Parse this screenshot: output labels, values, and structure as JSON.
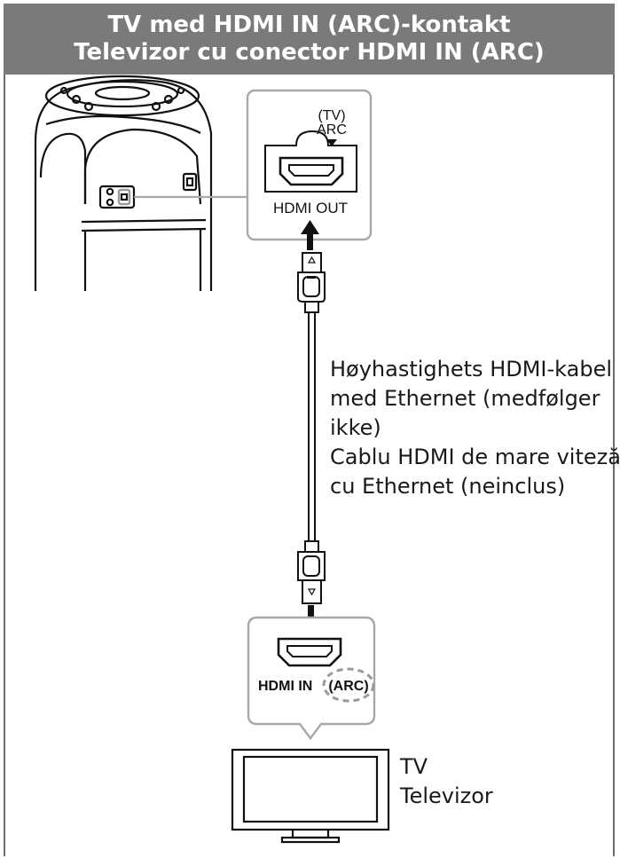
{
  "header": {
    "title_line1": "TV med HDMI IN (ARC)-kontakt",
    "title_line2": "Televizor cu conector HDMI IN (ARC)"
  },
  "speaker_port": {
    "tv_label": "(TV)",
    "arc_label": "ARC",
    "port_label": "HDMI OUT"
  },
  "cable": {
    "caption_no_1": "Høyhastighets HDMI-kabel",
    "caption_no_2": "med Ethernet (medfølger",
    "caption_no_3": "ikke)",
    "caption_ro_1": "Cablu HDMI de mare viteză",
    "caption_ro_2": "cu Ethernet (neinclus)"
  },
  "tv_port": {
    "port_label": "HDMI IN",
    "arc_label": "(ARC)"
  },
  "tv": {
    "label_no": "TV",
    "label_ro": "Televizor"
  },
  "colors": {
    "header_bg": "#7a7a7a",
    "frame": "#6b6b6b",
    "callout_border": "#a8a8a8",
    "line": "#111111"
  }
}
